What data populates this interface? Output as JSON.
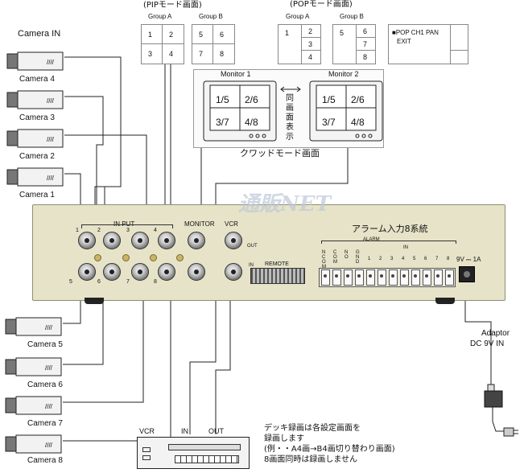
{
  "labels": {
    "camera_in": "Camera  IN",
    "pip_title": "(PIPモード画面)",
    "pop_title": "(POPモード画面)",
    "quad_title": "クワッドモード画面",
    "alarm_title": "アラーム入力8系統",
    "same_display": "同\n画\n面\n表\n示",
    "adaptor_line1": "Adaptor",
    "adaptor_line2": "DC  9V  IN",
    "vcr_note": [
      "デッキ録画は各設定画面を",
      "録画します",
      "(例・・A4画→B4画切り替わり画面)",
      "8画面同時は録画しません"
    ]
  },
  "pip": {
    "group_a": {
      "label": "Group A",
      "cells": [
        "1",
        "2",
        "3",
        "4"
      ]
    },
    "group_b": {
      "label": "Group B",
      "cells": [
        "5",
        "6",
        "7",
        "8"
      ]
    }
  },
  "pop": {
    "group_a": {
      "label": "Group A",
      "cells": [
        "1",
        "2",
        "3",
        "4"
      ]
    },
    "group_b": {
      "label": "Group B",
      "cells": [
        "5",
        "6",
        "7",
        "8"
      ]
    },
    "menu": [
      "■POP CH1 PAN",
      "EXIT"
    ]
  },
  "monitors": [
    {
      "label": "Monitor 1",
      "cells": [
        "1/5",
        "2/6",
        "3/7",
        "4/8"
      ]
    },
    {
      "label": "Monitor 2",
      "cells": [
        "1/5",
        "2/6",
        "3/7",
        "4/8"
      ]
    }
  ],
  "cameras": [
    "Camera  4",
    "Camera  3",
    "Camera  2",
    "Camera  1",
    "Camera  5",
    "Camera  6",
    "Camera  7",
    "Camera  8"
  ],
  "panel": {
    "input_label": "IN PUT",
    "input_numbers": [
      "1",
      "2",
      "3",
      "4",
      "5",
      "6",
      "7",
      "8"
    ],
    "monitor_label": "MONITOR",
    "vcr_label": "VCR",
    "out_label": "OUT",
    "in_label": "IN",
    "remote_label": "REMOTE",
    "alarm_label": "ALARM",
    "alarm_in_label": "IN",
    "alarm_cols": [
      "N C O M",
      "C O M",
      "N O",
      "G N D",
      "1",
      "2",
      "3",
      "4",
      "5",
      "6",
      "7",
      "8"
    ],
    "power_label": "9V ⎓ 1A",
    "watermark": "通販NET"
  },
  "vcr_device": {
    "name": "VCR",
    "in": "IN",
    "out": "OUT"
  }
}
